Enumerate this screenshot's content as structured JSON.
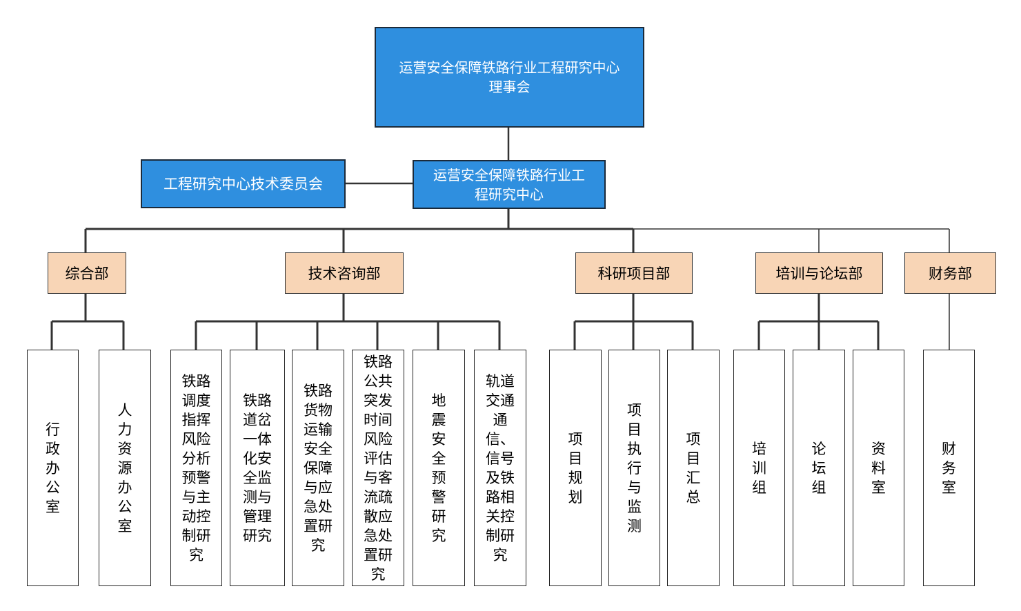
{
  "board": {
    "name": "运营安全保障铁路行业工程研究中心\n理事会"
  },
  "center": {
    "name": "运营安全保障铁路行业工\n程研究中心"
  },
  "committee": {
    "name": "工程研究中心技术委员会"
  },
  "departments": [
    {
      "name": "综合部",
      "units": [
        "行政办公室",
        "人力资源办公室"
      ]
    },
    {
      "name": "技术咨询部",
      "units": [
        "铁路调度指挥风险分析预警与主动控制研究",
        "铁路道岔一体化安全监测与管理研究",
        "铁路货物运输安全保障与应急处置研究",
        "铁路公共突发时间风险评估与客流疏散应急处置研究",
        "地震安全预警研究",
        "轨道交通通信、信号及铁路相关控制研究"
      ]
    },
    {
      "name": "科研项目部",
      "units": [
        "项目规划",
        "项目执行与监测",
        "项目汇总"
      ]
    },
    {
      "name": "培训与论坛部",
      "units": [
        "培训组",
        "论坛组",
        "资料室"
      ]
    },
    {
      "name": "财务部",
      "units": [
        "财务室"
      ]
    }
  ]
}
